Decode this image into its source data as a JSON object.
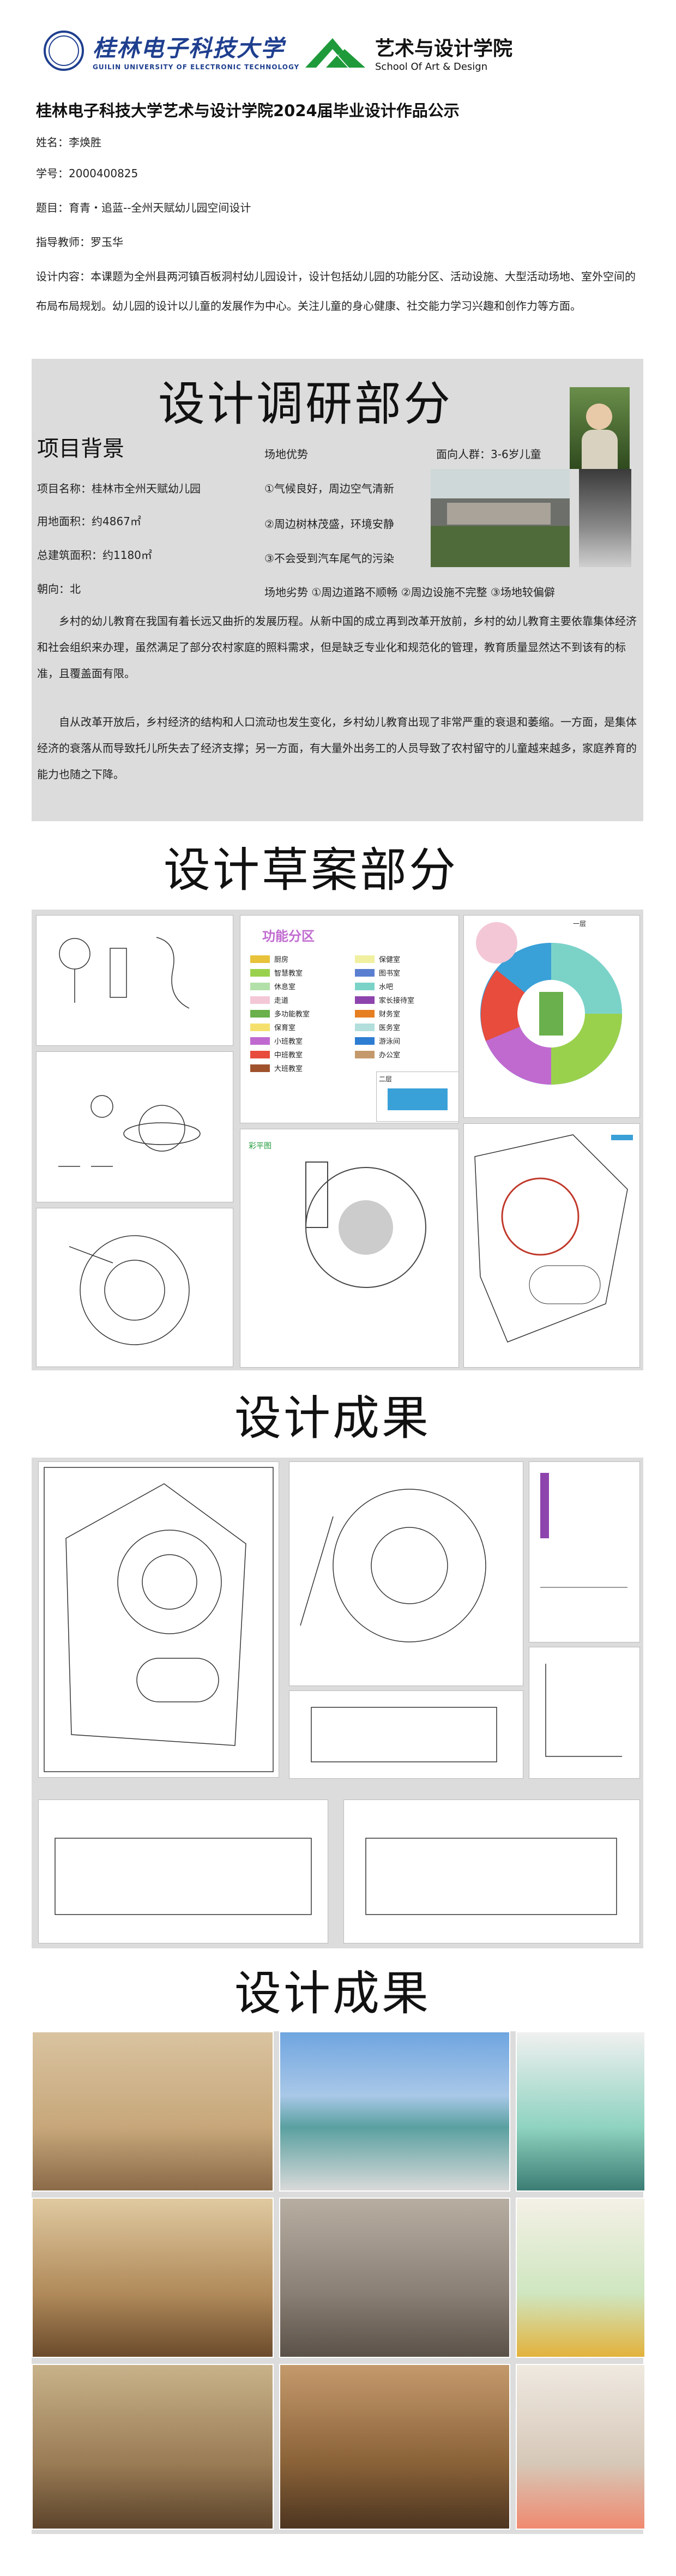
{
  "header": {
    "university_cn": "桂林电子科技大学",
    "university_en": "GUILIN UNIVERSITY OF ELECTRONIC TECHNOLOGY",
    "school_cn": "艺术与设计学院",
    "school_en": "School Of Art & Design"
  },
  "title": "桂林电子科技大学艺术与设计学院2024届毕业设计作品公示",
  "info": {
    "name": "姓名：李焕胜",
    "student_id": "学号：2000400825",
    "topic": "题目：育青・追蓝--全州天赋幼儿园空间设计",
    "advisor": "指导教师：罗玉华",
    "content": "设计内容：本课题为全州县两河镇百板洞村幼儿园设计，设计包括幼儿园的功能分区、活动设施、大型活动场地、室外空间的布局布局规划。幼儿园的设计以儿童的发展作为中心。关注儿童的身心健康、社交能力学习兴趣和创作力等方面。"
  },
  "research": {
    "heading": "设计调研部分",
    "background_title": "项目背景",
    "project_name": "项目名称：桂林市全州天赋幼儿园",
    "land_area": "用地面积：约4867㎡",
    "building_area": "总建筑面积：约1180㎡",
    "orientation": "朝向：北",
    "advantages_title": "场地优势",
    "advantages": [
      "①气候良好，周边空气清新",
      "②周边树林茂盛，环境安静",
      "③不会受到汽车尾气的污染"
    ],
    "audience": "面向人群：3-6岁儿童",
    "disadvantages": "场地劣势 ①周边道路不顺畅 ②周边设施不完整 ③场地较偏僻",
    "para1": "乡村的幼儿教育在我国有着长远又曲折的发展历程。从新中国的成立再到改革开放前，乡村的幼儿教育主要依靠集体经济和社会组织来办理，虽然满足了部分农村家庭的照料需求，但是缺乏专业化和规范化的管理，教育质量显然达不到该有的标准，且覆盖面有限。",
    "para2": "自从改革开放后，乡村经济的结构和人口流动也发生变化，乡村幼儿教育出现了非常严重的衰退和萎缩。一方面，是集体经济的衰落从而导致托儿所失去了经济支撑；另一方面，有大量外出务工的人员导致了农村留守的儿童越来越多，家庭养育的能力也随之下降。"
  },
  "draft": {
    "heading": "设计草案部分",
    "zoning_title": "功能分区",
    "zones": [
      {
        "label": "厨房",
        "color": "#e8c23a"
      },
      {
        "label": "保健室",
        "color": "#f0f0a0"
      },
      {
        "label": "智慧教室",
        "color": "#9ad14c"
      },
      {
        "label": "图书室",
        "color": "#5b7fd0"
      },
      {
        "label": "休息室",
        "color": "#b3e0a8"
      },
      {
        "label": "水吧",
        "color": "#7bd3c8"
      },
      {
        "label": "走道",
        "color": "#f3c7d6"
      },
      {
        "label": "家长接待室",
        "color": "#8e44ad"
      },
      {
        "label": "多功能教室",
        "color": "#6ab04c"
      },
      {
        "label": "财务室",
        "color": "#e67e22"
      },
      {
        "label": "保育室",
        "color": "#f5e06e"
      },
      {
        "label": "医务室",
        "color": "#b2dfdb"
      },
      {
        "label": "小班教室",
        "color": "#c06ad0"
      },
      {
        "label": "游泳间",
        "color": "#2d7dd2"
      },
      {
        "label": "中班教室",
        "color": "#e74c3c"
      },
      {
        "label": "办公室",
        "color": "#c49a6c"
      },
      {
        "label": "大班教室",
        "color": "#a0522d"
      }
    ],
    "floor1": "一层",
    "floor2": "二层",
    "sketch_label": "彩平图"
  },
  "result1": {
    "heading": "设计成果"
  },
  "result2": {
    "heading": "设计成果"
  }
}
